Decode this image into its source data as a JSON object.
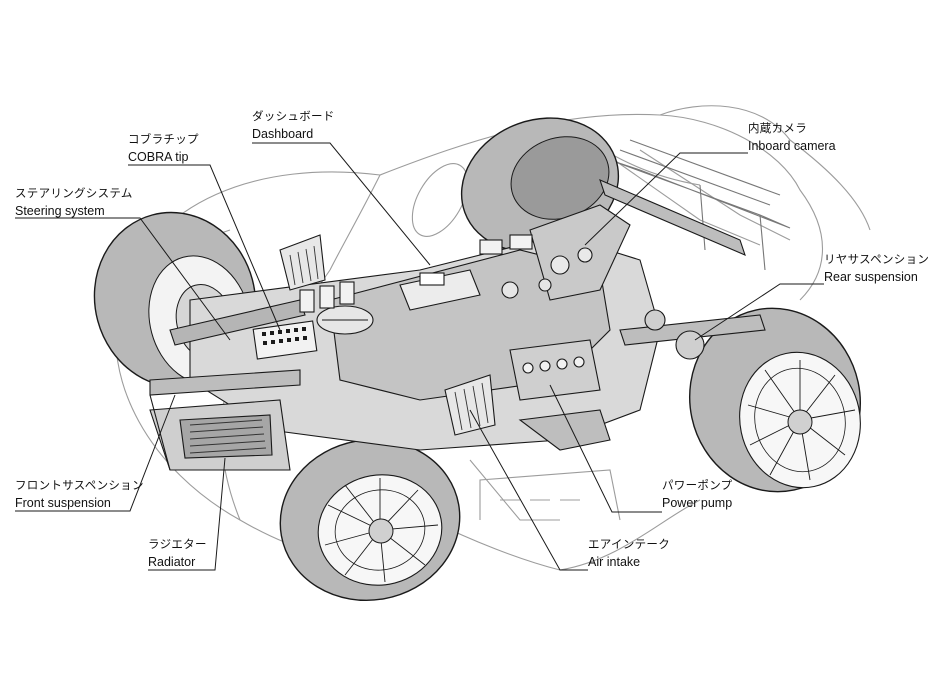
{
  "figure": {
    "callouts": [
      {
        "id": "dashboard",
        "jp": "ダッシュボード",
        "en": "Dashboard"
      },
      {
        "id": "cobra-tip",
        "jp": "コブラチップ",
        "en": "COBRA tip"
      },
      {
        "id": "steering-system",
        "jp": "ステアリングシステム",
        "en": "Steering system"
      },
      {
        "id": "inboard-camera",
        "jp": "内蔵カメラ",
        "en": "Inboard camera"
      },
      {
        "id": "rear-suspension",
        "jp": "リヤサスペンション",
        "en": "Rear suspension"
      },
      {
        "id": "front-suspension",
        "jp": "フロントサスペンション",
        "en": "Front suspension"
      },
      {
        "id": "radiator",
        "jp": "ラジエター",
        "en": "Radiator"
      },
      {
        "id": "power-pump",
        "jp": "パワーポンプ",
        "en": "Power pump"
      },
      {
        "id": "air-intake",
        "jp": "エアインテーク",
        "en": "Air intake"
      }
    ]
  },
  "colors": {
    "tire_fill": "#b8b8b8",
    "tire_shadow": "#9a9a9a",
    "chassis_fill": "#d9d9d9",
    "chassis_dark": "#a6a6a6",
    "line": "#1a1a1a",
    "body_outline": "#9c9c9c"
  }
}
